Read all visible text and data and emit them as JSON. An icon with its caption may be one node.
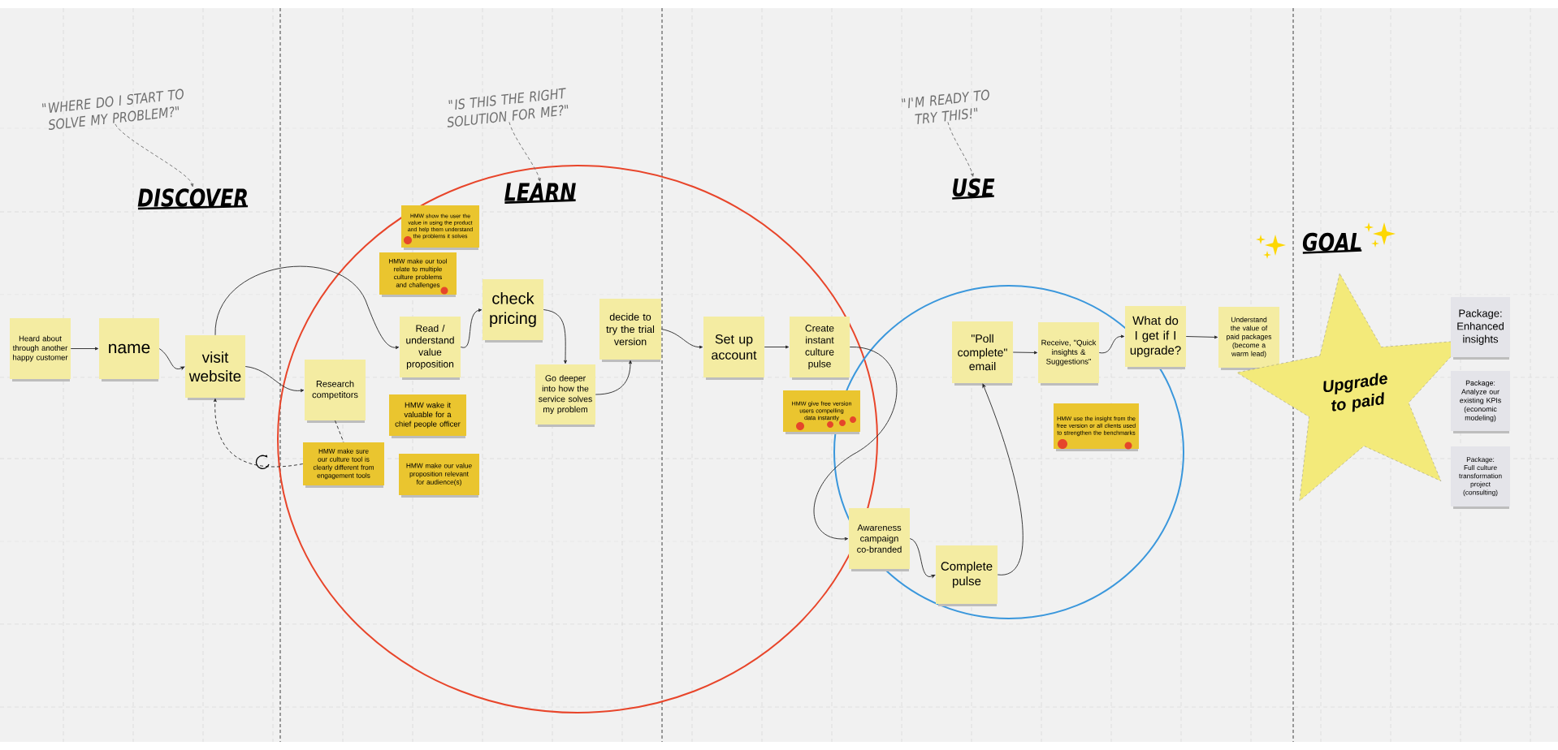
{
  "diagram": {
    "nodes": [
      {
        "text": [
          "\"WHERE DO I START TO SOLVE MY PROBLEM?\""
        ]
      },
      {
        "text": [
          "DISCOVER"
        ]
      },
      {
        "text": [
          "\"IS THIS THE RIGHT SOLUTION FOR ME?\""
        ]
      },
      {
        "text": [
          "LEARN"
        ]
      },
      {
        "text": [
          "\"I'M READY TO TRY THIS!\""
        ]
      },
      {
        "text": [
          "USE"
        ]
      },
      {
        "text": [
          "Heard about through another happy customer"
        ]
      },
      {
        "text": [
          "name"
        ]
      },
      {
        "text": [
          "visit website"
        ]
      },
      {
        "text": [
          "Research competitors"
        ]
      },
      {
        "text": [
          "HMW make sure our culture tool is clearly different from engagement tools"
        ]
      },
      {
        "text": [
          "HMW show the user the value in using the product and help them understand the problems it solves"
        ]
      },
      {
        "text": [
          "HMW make our tool relate to multiple culture problems and challenges"
        ]
      },
      {
        "text": [
          "Read / understand value proposition"
        ]
      },
      {
        "text": [
          "check pricing"
        ]
      },
      {
        "text": [
          "HMW wake it valuable for a chief people officer"
        ]
      },
      {
        "text": [
          "HMW make our value proposition relevant for audience(s)"
        ]
      },
      {
        "text": [
          "Go deeper into how the service solves my problem"
        ]
      },
      {
        "text": [
          "decide to try the trial version"
        ]
      },
      {
        "text": [
          "Set up account"
        ]
      },
      {
        "text": [
          "Create instant culture pulse"
        ]
      },
      {
        "text": [
          "HMW give free version users compelling data instantly"
        ]
      },
      {
        "text": [
          "\"Poll complete\" email"
        ]
      },
      {
        "text": [
          "Receive, \"Quick insights & Suggestions\""
        ]
      },
      {
        "text": [
          "What do I get if I upgrade?"
        ]
      },
      {
        "text": [
          "HMW use the insight from the free version or all clients used to strengthen the benchmarks"
        ]
      },
      {
        "text": [
          "Awareness campaign co-branded"
        ]
      },
      {
        "text": [
          "Complete pulse"
        ]
      },
      {
        "text": [
          "Understand the value of paid packages (become a warm lead)"
        ]
      },
      {
        "text": [
          "Upgrade to paid"
        ]
      },
      {
        "text": [
          "Package: Enhanced insights"
        ]
      },
      {
        "text": [
          "Package: Analyze our existing KPIs (economic modeling)"
        ]
      },
      {
        "text": [
          "Package: Full culture transformation project (consulting)"
        ]
      }
    ],
    "edges": [
      {
        "from": 0,
        "to": 1,
        "arrow": "to",
        "style": "dashed"
      },
      {
        "from": 2,
        "to": 3,
        "arrow": "to",
        "style": "dashed"
      },
      {
        "from": 4,
        "to": 5,
        "arrow": "to",
        "style": "dashed"
      },
      {
        "from": 6,
        "to": 7,
        "arrow": "to"
      },
      {
        "from": 7,
        "to": 8,
        "arrow": "to"
      },
      {
        "from": 8,
        "to": 13,
        "arrow": "to"
      },
      {
        "from": 8,
        "to": 9,
        "arrow": "to"
      },
      {
        "from": 10,
        "to": 8,
        "arrow": "to",
        "style": "dashed"
      },
      {
        "from": 9,
        "to": 10,
        "arrow": "none",
        "style": "dashed"
      },
      {
        "from": 13,
        "to": 14,
        "arrow": "to"
      },
      {
        "from": 14,
        "to": 17,
        "arrow": "to"
      },
      {
        "from": 17,
        "to": 18,
        "arrow": "to"
      },
      {
        "from": 18,
        "to": 19,
        "arrow": "to"
      },
      {
        "from": 19,
        "to": 20,
        "arrow": "to"
      },
      {
        "from": 20,
        "to": 26,
        "arrow": "to"
      },
      {
        "from": 26,
        "to": 27,
        "arrow": "to"
      },
      {
        "from": 27,
        "to": 22,
        "arrow": "to"
      },
      {
        "from": 22,
        "to": 23,
        "arrow": "to"
      },
      {
        "from": 23,
        "to": 24,
        "arrow": "to"
      },
      {
        "from": 24,
        "to": 28,
        "arrow": "to"
      }
    ],
    "labels": [
      "GOAL"
    ]
  }
}
